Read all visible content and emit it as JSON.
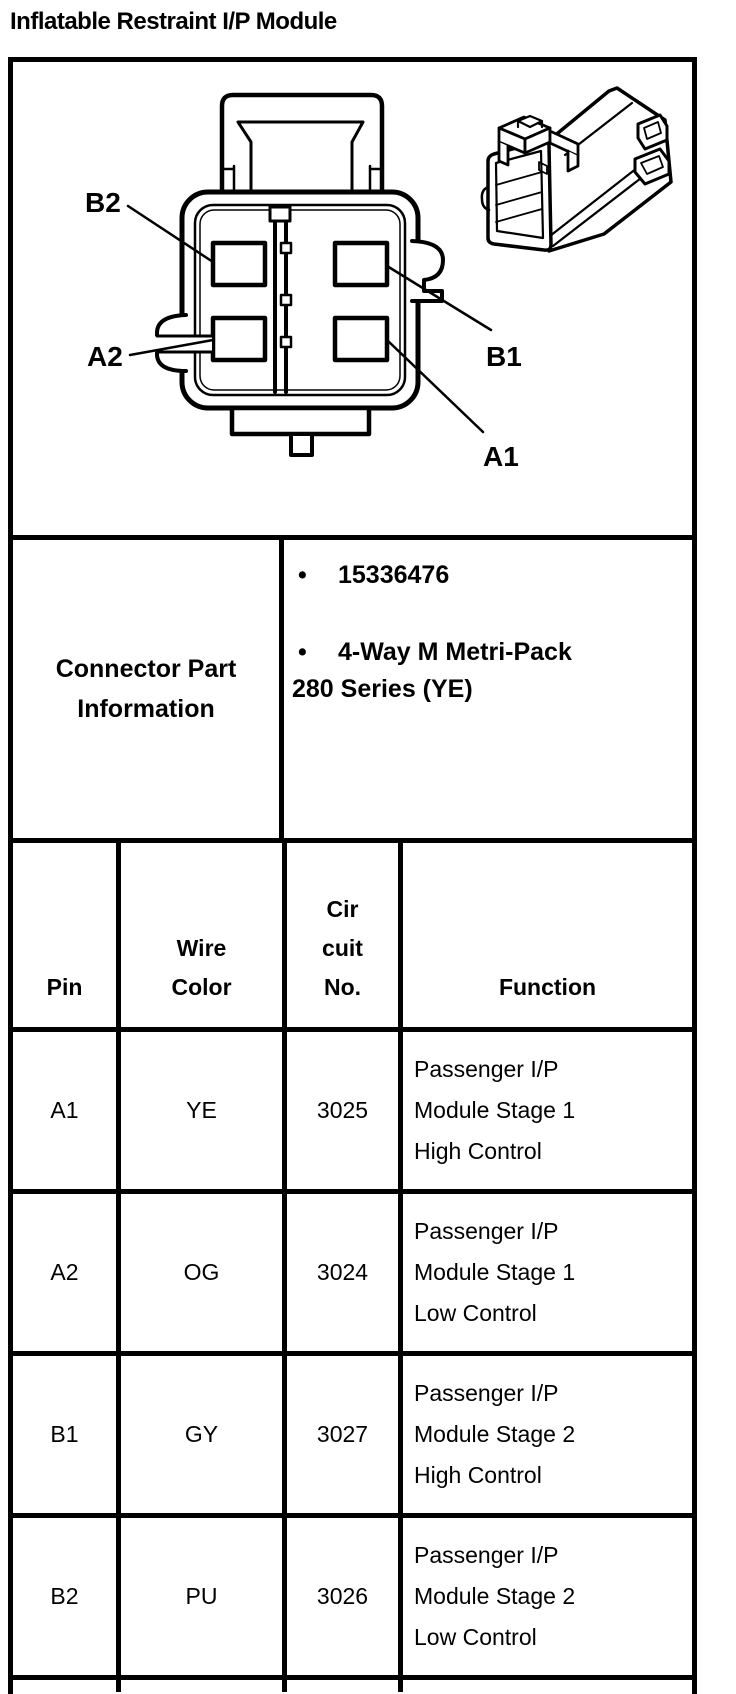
{
  "title": "Inflatable Restraint I/P Module",
  "diagram": {
    "pin_labels": {
      "b2": "B2",
      "a2": "A2",
      "b1": "B1",
      "a1": "A1"
    }
  },
  "part_info": {
    "label_lines": [
      "Connector Part",
      "Information"
    ],
    "bullet": "•",
    "items": [
      {
        "lines": [
          "15336476"
        ]
      },
      {
        "lines": [
          "4-Way M Metri-Pack",
          "280 Series (YE)"
        ]
      }
    ]
  },
  "table": {
    "headers": [
      {
        "lines": [
          "Pin"
        ]
      },
      {
        "lines": [
          "Wire",
          "Color"
        ]
      },
      {
        "lines": [
          "Cir",
          "cuit",
          "No."
        ]
      },
      {
        "lines": [
          "Function"
        ]
      }
    ],
    "rows": [
      {
        "pin": "A1",
        "wire_color": "YE",
        "circuit": "3025",
        "function_lines": [
          "Passenger I/P",
          "Module Stage 1",
          "High Control"
        ]
      },
      {
        "pin": "A2",
        "wire_color": "OG",
        "circuit": "3024",
        "function_lines": [
          "Passenger I/P",
          "Module Stage 1",
          "Low Control"
        ]
      },
      {
        "pin": "B1",
        "wire_color": "GY",
        "circuit": "3027",
        "function_lines": [
          "Passenger I/P",
          "Module Stage 2",
          "High Control"
        ]
      },
      {
        "pin": "B2",
        "wire_color": "PU",
        "circuit": "3026",
        "function_lines": [
          "Passenger I/P",
          "Module Stage 2",
          "Low Control"
        ]
      }
    ]
  },
  "colors": {
    "ink": "#000000",
    "paper": "#ffffff"
  }
}
